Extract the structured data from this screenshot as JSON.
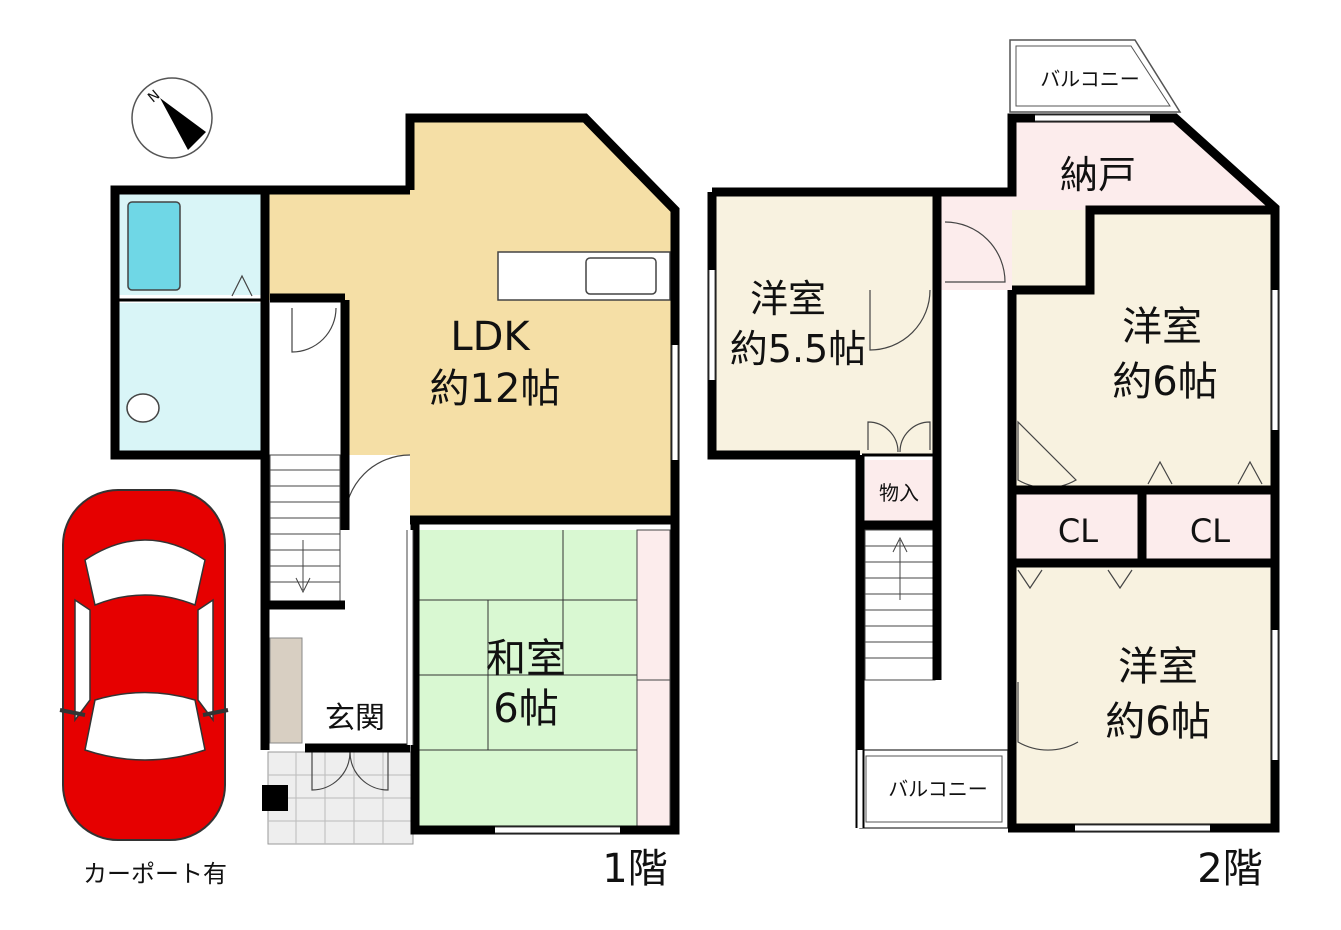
{
  "floor1": {
    "floor_label": "1階",
    "rooms": {
      "ldk": {
        "name": "LDK",
        "size": "約12帖"
      },
      "washitsu": {
        "name": "和室",
        "size": "6帖"
      },
      "genkan": {
        "name": "玄関"
      }
    },
    "carport_label": "カーポート有",
    "compass_letter": "N"
  },
  "floor2": {
    "floor_label": "2階",
    "rooms": {
      "yoshitsu_a": {
        "name": "洋室",
        "size": "約5.5帖"
      },
      "yoshitsu_b": {
        "name": "洋室",
        "size": "約6帖"
      },
      "yoshitsu_c": {
        "name": "洋室",
        "size": "約6帖"
      },
      "nando": {
        "name": "納戸"
      },
      "monoire": {
        "name": "物入"
      },
      "closet_1": {
        "name": "CL"
      },
      "closet_2": {
        "name": "CL"
      },
      "balcony_top": {
        "name": "バルコニー"
      },
      "balcony_bottom": {
        "name": "バルコニー"
      }
    }
  },
  "colors": {
    "ldk": "#f5dfa6",
    "bath": "#d9f5f7",
    "tatami": "#d9f8d2",
    "western_room": "#f8f2e0",
    "nando": "#fcecec",
    "car": "#e60000",
    "wall": "#000000"
  }
}
